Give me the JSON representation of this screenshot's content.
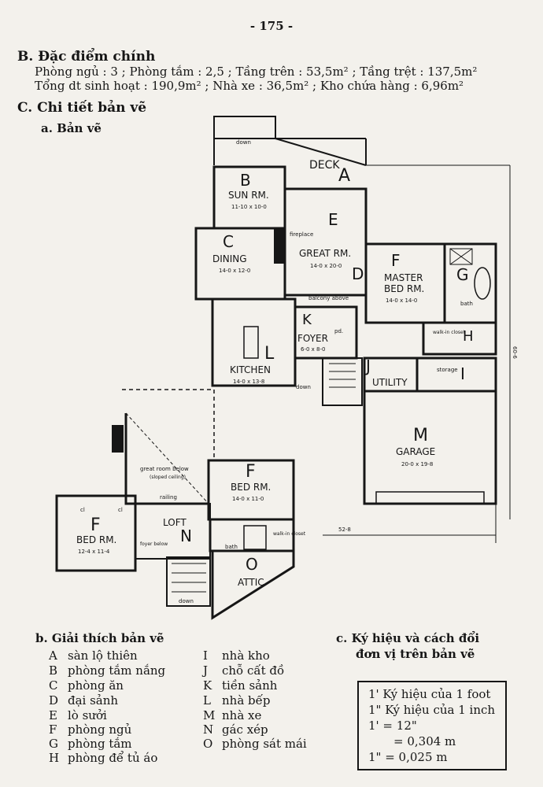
{
  "page_number": "- 175 -",
  "section_b": {
    "title": "B. Đặc điểm chính",
    "line1": "Phòng ngủ : 3 ; Phòng tắm : 2,5 ; Tầng trên : 53,5m² ; Tầng trệt : 137,5m²",
    "line2": "Tổng dt sinh hoạt : 190,9m² ; Nhà xe : 36,5m² ; Kho chứa hàng : 6,96m²"
  },
  "section_c": {
    "title": "C. Chi tiết bản vẽ",
    "sub_a": "a. Bản vẽ"
  },
  "plan": {
    "deck": "DECK",
    "letters": [
      "A",
      "B",
      "C",
      "D",
      "E",
      "F",
      "G",
      "H",
      "I",
      "J",
      "K",
      "L",
      "M",
      "N",
      "O",
      "F",
      "F"
    ],
    "sun_rm": "SUN RM.",
    "sun_dim": "11-10 x 10-0",
    "dining": "DINING",
    "dining_dim": "14-0 x 12-0",
    "great_rm": "GREAT RM.",
    "great_dim": "14-0 x 20-0",
    "fireplace": "fireplace",
    "master": "MASTER",
    "master2": "BED RM.",
    "master_dim": "14-0 x 14-0",
    "balcony": "balcony above",
    "foyer": "FOYER",
    "foyer_dim": "6-0 x 8-0",
    "kitchen": "KITCHEN",
    "kitchen_dim": "14-0 x 13-8",
    "utility": "UTILITY",
    "storage": "storage",
    "garage": "GARAGE",
    "garage_dim": "20-0 x 19-8",
    "bath": "bath",
    "walkin": "walk-in closet",
    "pd": "pd.",
    "down": "down",
    "great_below": "great room below",
    "sloped": "(sloped ceiling)",
    "railing": "railing",
    "bed_rm": "BED RM.",
    "bed1_dim": "14-0 x 11-0",
    "bed2_dim": "12-4 x 11-4",
    "loft": "LOFT",
    "attic": "ATTIC",
    "foyer_below": "foyer below",
    "cl": "cl",
    "dim_width": "52-8",
    "dim_depth": "60-6"
  },
  "section_b2": {
    "title": "b. Giải thích bản vẽ",
    "col1": [
      {
        "k": "A",
        "v": "sàn lộ thiên"
      },
      {
        "k": "B",
        "v": "phòng tắm nắng"
      },
      {
        "k": "C",
        "v": "phòng ăn"
      },
      {
        "k": "D",
        "v": "đại sảnh"
      },
      {
        "k": "E",
        "v": "lò sưởi"
      },
      {
        "k": "F",
        "v": "phòng ngủ"
      },
      {
        "k": "G",
        "v": "phòng tắm"
      },
      {
        "k": "H",
        "v": "phòng để tủ áo"
      }
    ],
    "col2": [
      {
        "k": "I",
        "v": "nhà kho"
      },
      {
        "k": "J",
        "v": "chỗ cất đồ"
      },
      {
        "k": "K",
        "v": "tiền sảnh"
      },
      {
        "k": "L",
        "v": "nhà bếp"
      },
      {
        "k": "M",
        "v": "nhà xe"
      },
      {
        "k": "N",
        "v": "gác xép"
      },
      {
        "k": "O",
        "v": "phòng sát mái"
      }
    ]
  },
  "section_c2": {
    "title1": "c. Ký hiệu và cách đổi",
    "title2": "đơn vị trên bản vẽ",
    "box": [
      "1' Ký hiệu của 1 foot",
      "1\" Ký hiệu của 1 inch",
      "1'   = 12\"",
      "= 0,304 m",
      "1\"   = 0,025 m"
    ]
  }
}
